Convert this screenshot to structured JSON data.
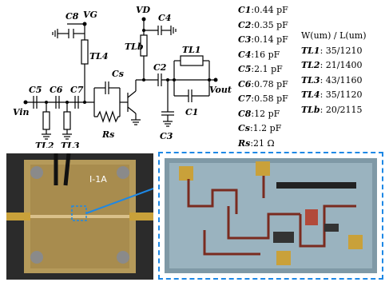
{
  "schematic": {
    "labels": {
      "c8": "C8",
      "vg": "VG",
      "vd": "VD",
      "c4": "C4",
      "c2": "C2",
      "tl1": "TL1",
      "tl4": "TL4",
      "tlb": "TLb",
      "c5": "C5",
      "c6": "C6",
      "c7": "C7",
      "cs": "Cs",
      "rs": "Rs",
      "c1": "C1",
      "c3": "C3",
      "vin": "Vin",
      "vout": "Vout",
      "tl2": "TL2",
      "tl3": "TL3"
    }
  },
  "values": [
    {
      "name": "C1",
      "value": ":0.44 pF"
    },
    {
      "name": "C2",
      "value": ":0.35 pF"
    },
    {
      "name": "C3",
      "value": ":0.14 pF"
    },
    {
      "name": "C4",
      "value": ":16 pF"
    },
    {
      "name": "C5",
      "value": ":2.1 pF"
    },
    {
      "name": "C6",
      "value": ":0.78 pF"
    },
    {
      "name": "C7",
      "value": ":0.58 pF"
    },
    {
      "name": "C8",
      "value": ":12 pF"
    },
    {
      "name": "Cs",
      "value": ":1.2 pF"
    },
    {
      "name": "Rs",
      "value": ":21 Ω"
    }
  ],
  "tl_table": {
    "header": "W(um) / L(um)",
    "rows": [
      {
        "name": "TL1",
        "value": ": 35/1210"
      },
      {
        "name": "TL2",
        "value": ": 21/1400"
      },
      {
        "name": "TL3",
        "value": ": 43/1160"
      },
      {
        "name": "TL4",
        "value": ": 35/1120"
      },
      {
        "name": "TLb",
        "value": ": 20/2115"
      }
    ]
  },
  "photo": {
    "board_label": "I-1A"
  },
  "colors": {
    "dash": "#1e88e5",
    "board": "#b59a5a",
    "die": "#8fa8b4",
    "trace": "#7a2b1f"
  }
}
